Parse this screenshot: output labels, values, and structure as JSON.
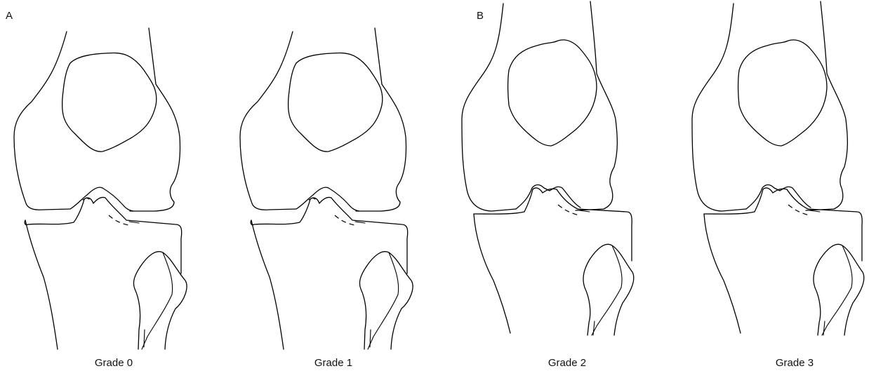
{
  "panels": [
    {
      "id": "A",
      "label": "A"
    },
    {
      "id": "B",
      "label": "B"
    }
  ],
  "knees": [
    {
      "id": "grade-0",
      "caption": "Grade 0",
      "panel": "A"
    },
    {
      "id": "grade-1",
      "caption": "Grade 1",
      "panel": "A"
    },
    {
      "id": "grade-2",
      "caption": "Grade 2",
      "panel": "B"
    },
    {
      "id": "grade-3",
      "caption": "Grade 3",
      "panel": "B"
    }
  ],
  "colors": {
    "line": "#000000",
    "background": "#ffffff"
  }
}
